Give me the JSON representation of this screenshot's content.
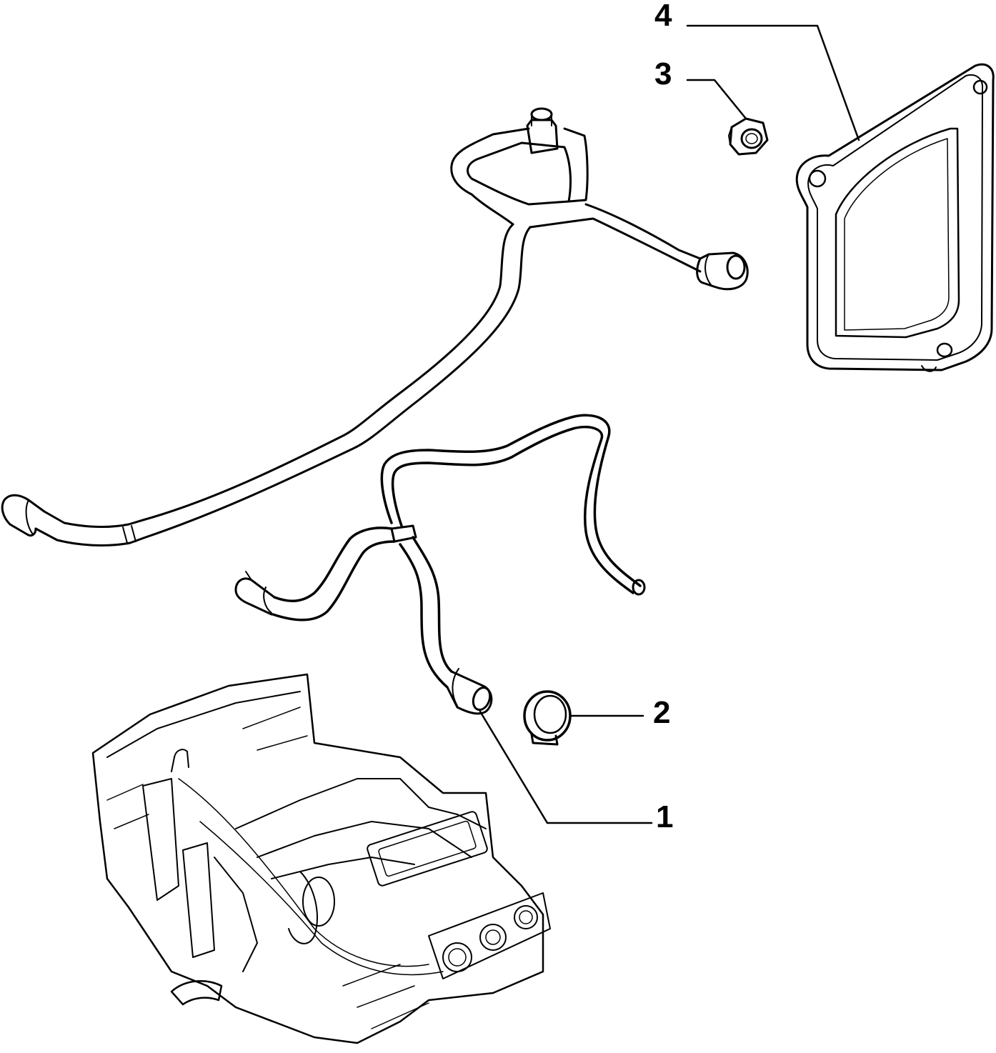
{
  "callouts": [
    {
      "id": "1",
      "label": "1",
      "part": "hose"
    },
    {
      "id": "2",
      "label": "2",
      "part": "clamp"
    },
    {
      "id": "3",
      "label": "3",
      "part": "nut"
    },
    {
      "id": "4",
      "label": "4",
      "part": "gasket"
    }
  ],
  "colors": {
    "line": "#000000",
    "background": "#ffffff"
  }
}
